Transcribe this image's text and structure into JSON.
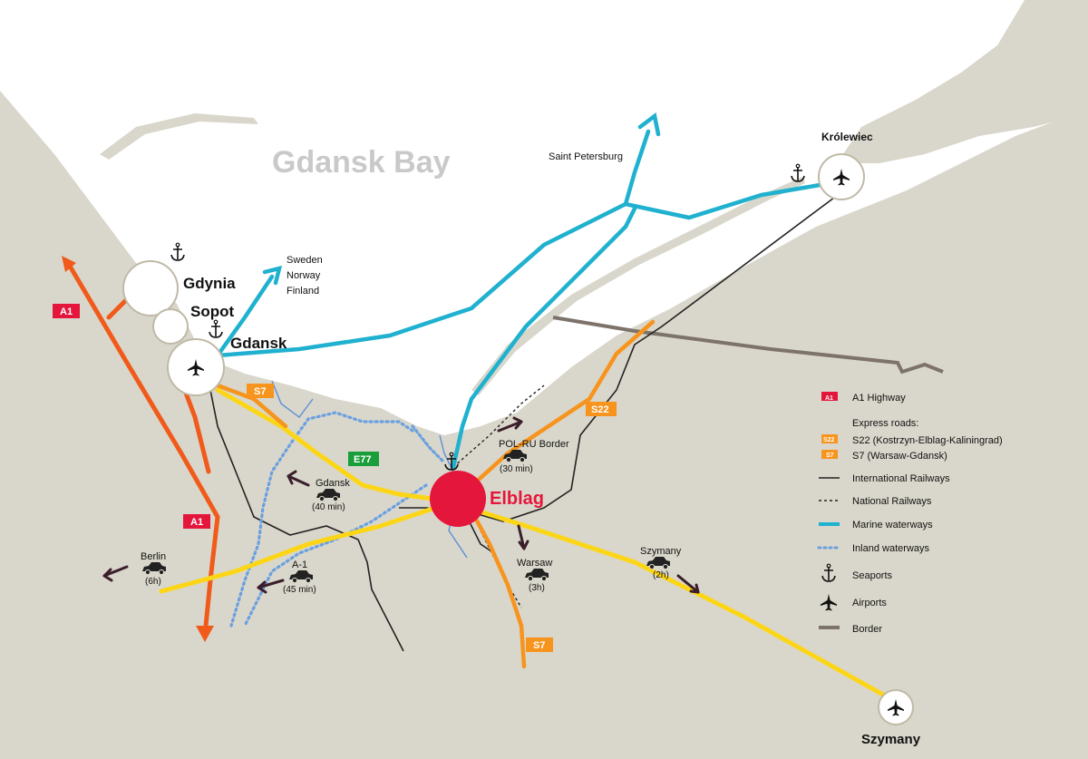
{
  "map": {
    "bay_label": "Gdansk Bay",
    "cities": {
      "gdynia": "Gdynia",
      "sopot": "Sopot",
      "gdansk": "Gdansk",
      "elblag": "Elblag",
      "krolewiec": "Królewiec",
      "szymany": "Szymany"
    },
    "destinations": {
      "scandinavia": [
        "Sweden",
        "Norway",
        "Finland"
      ],
      "saint_petersburg": "Saint Petersburg"
    },
    "route_badges": {
      "a1_top": "A1",
      "a1_bottom": "A1",
      "s7_north": "S7",
      "s7_south": "S7",
      "s22": "S22",
      "e77": "E77"
    },
    "travel_times": [
      {
        "id": "gdansk",
        "place": "Gdansk",
        "time": "(40 min)"
      },
      {
        "id": "a1",
        "place": "A-1",
        "time": "(45 min)"
      },
      {
        "id": "berlin",
        "place": "Berlin",
        "time": "(6h)"
      },
      {
        "id": "border",
        "place": "POL-RU Border",
        "time": "(30 min)"
      },
      {
        "id": "warsaw",
        "place": "Warsaw",
        "time": "(3h)"
      },
      {
        "id": "szymany",
        "place": "Szymany",
        "time": "(2h)"
      }
    ]
  },
  "legend": {
    "a1": {
      "swatch": "A1",
      "label": "A1 Highway"
    },
    "express_heading": "Express roads:",
    "s22": {
      "swatch": "S22",
      "label": "S22 (Kostrzyn-Elblag-Kaliningrad)"
    },
    "s7": {
      "swatch": "S7",
      "label": "S7 (Warsaw-Gdansk)"
    },
    "intl_rail": "International Railways",
    "natl_rail": "National Railways",
    "marine": "Marine waterways",
    "inland": "Inland waterways",
    "seaports": "Seaports",
    "airports": "Airports",
    "border": "Border"
  },
  "colors": {
    "land": "#d9d7cb",
    "sea": "#ffffff",
    "a1_highway": "#f05a1a",
    "a1_badge": "#e5163b",
    "express": "#f7941d",
    "yellow_road": "#fcd616",
    "e77_badge": "#1a9e3a",
    "marine": "#1fb1cf",
    "inland": "#6aa0e0",
    "railway": "#222222",
    "border": "#7d736b",
    "elblag": "#e5163b",
    "arrow": "#3b1e2b"
  }
}
